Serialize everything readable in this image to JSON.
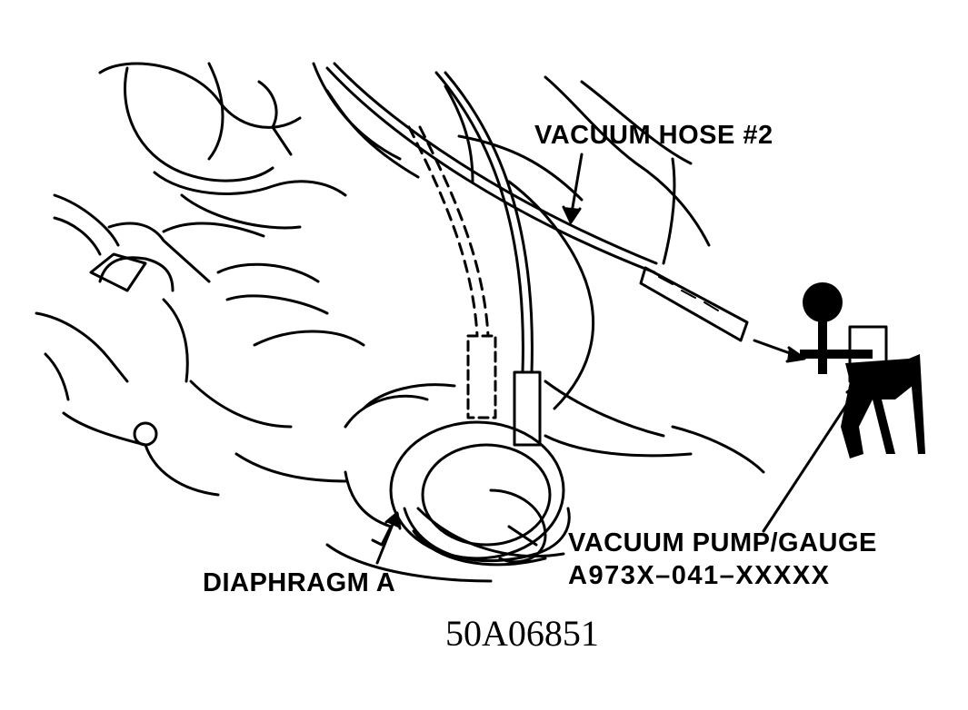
{
  "labels": {
    "vacuum_hose": "VACUUM HOSE #2",
    "pump_line1": "VACUUM PUMP/GAUGE",
    "pump_line2": "A973X–041–XXXXX",
    "diaphragm": "DIAPHRAGM A"
  },
  "figure_code": "50A06851",
  "colors": {
    "ink": "#000000",
    "paper": "#ffffff"
  },
  "icons": [
    "vacuum-pump-gauge-icon",
    "diaphragm-icon",
    "vacuum-hose-icon",
    "engine-outline-icon"
  ]
}
